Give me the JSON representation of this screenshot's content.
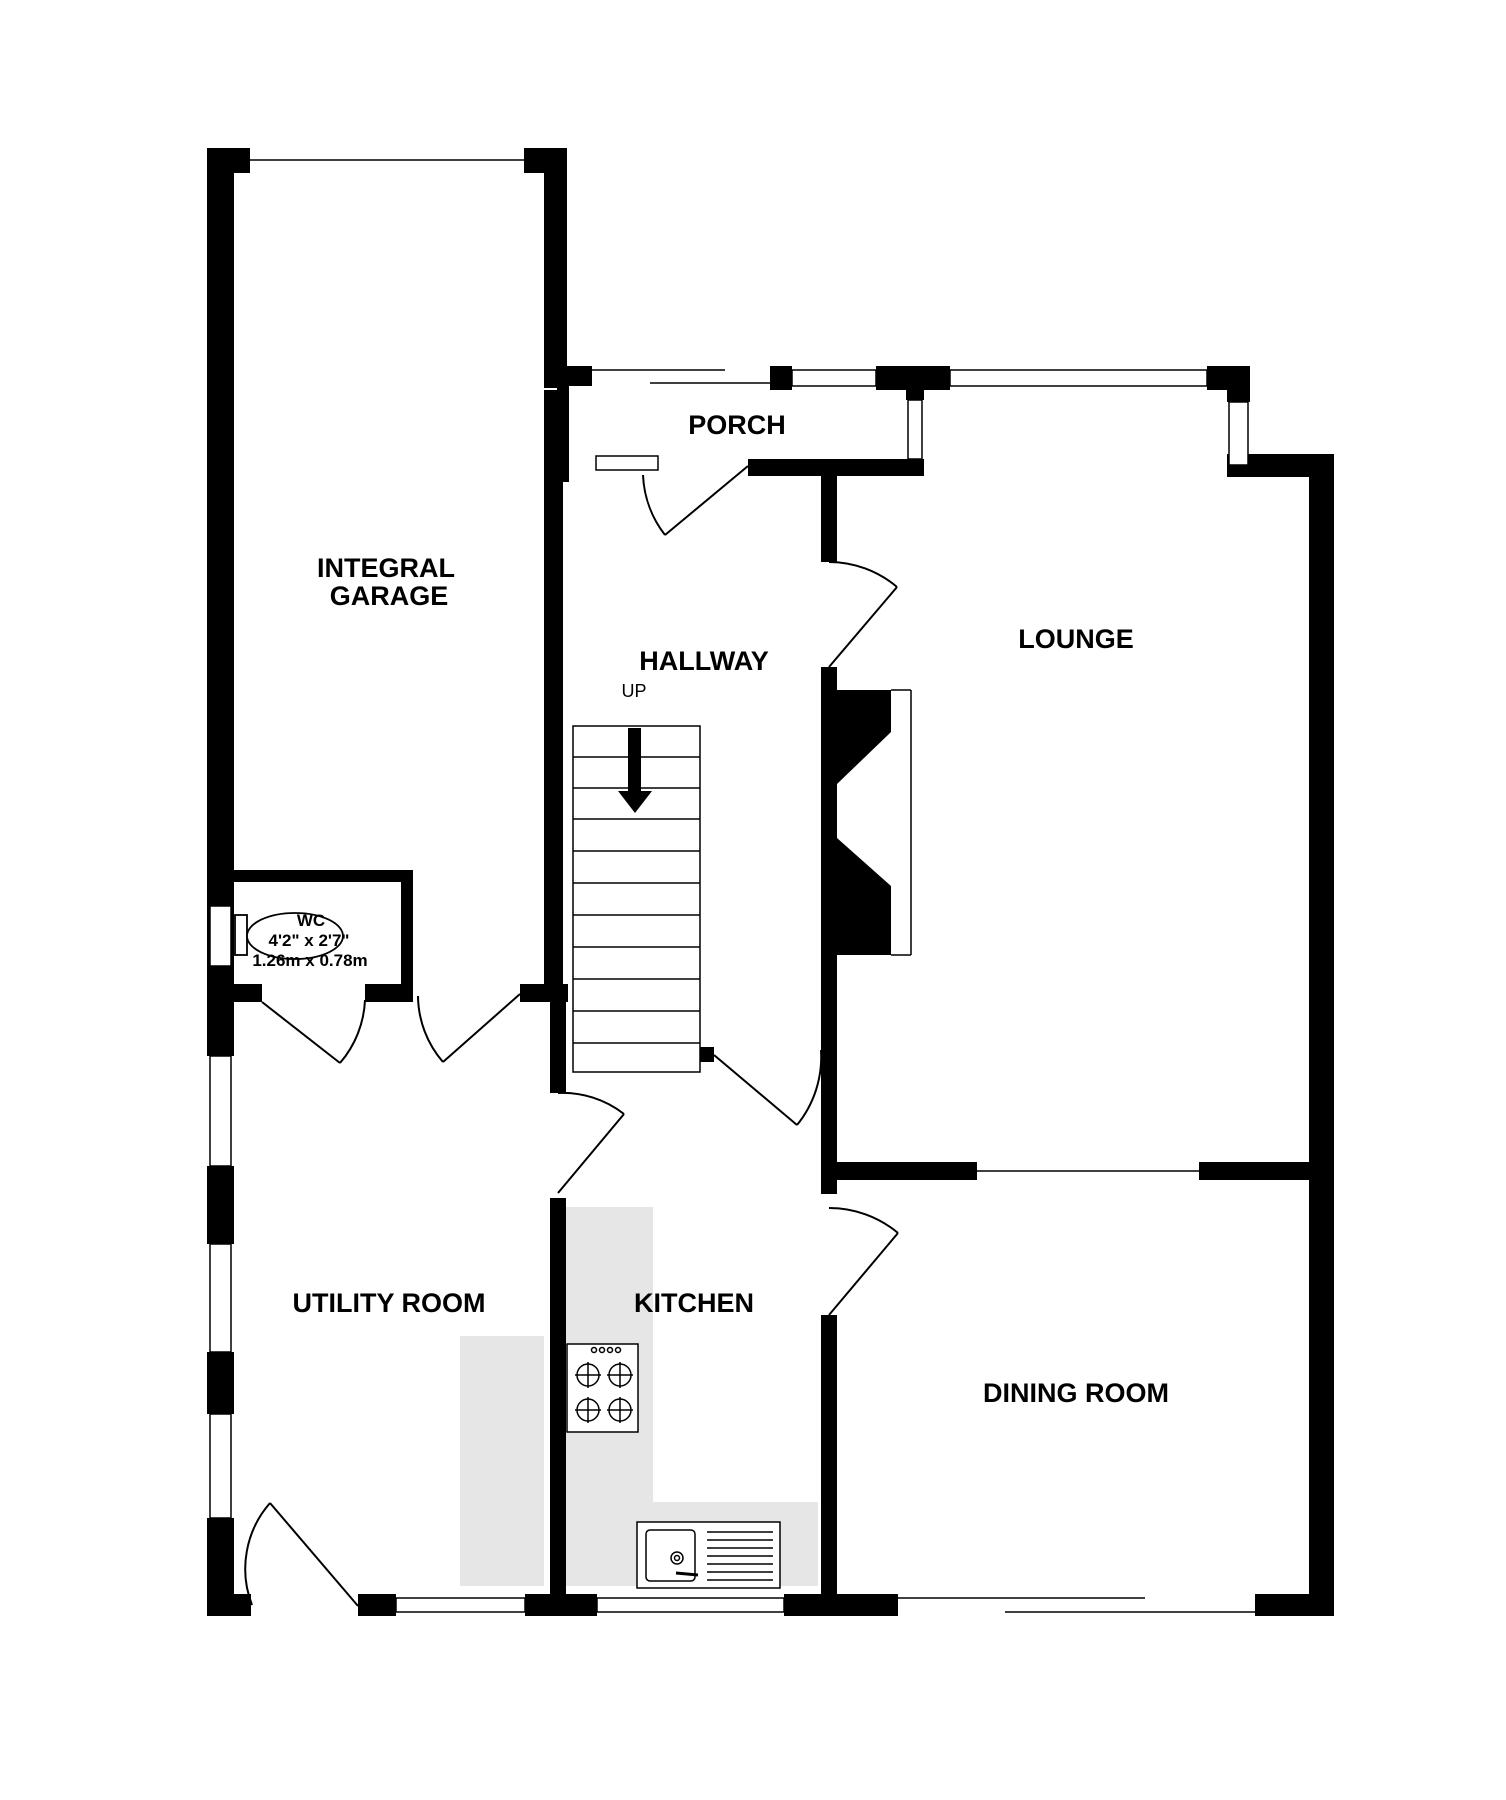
{
  "rooms": {
    "garage_line1": "INTEGRAL",
    "garage_line2": "GARAGE",
    "porch": "PORCH",
    "hallway": "HALLWAY",
    "stairs_up": "UP",
    "lounge": "LOUNGE",
    "wc": "WC",
    "wc_size_imperial": "4'2\"  x 2'7\"",
    "wc_size_metric": "1.26m  x 0.78m",
    "utility": "UTILITY ROOM",
    "kitchen": "KITCHEN",
    "dining": "DINING ROOM"
  },
  "colors": {
    "wall": "#000000",
    "counter": "#e6e6e6",
    "background": "#ffffff"
  }
}
